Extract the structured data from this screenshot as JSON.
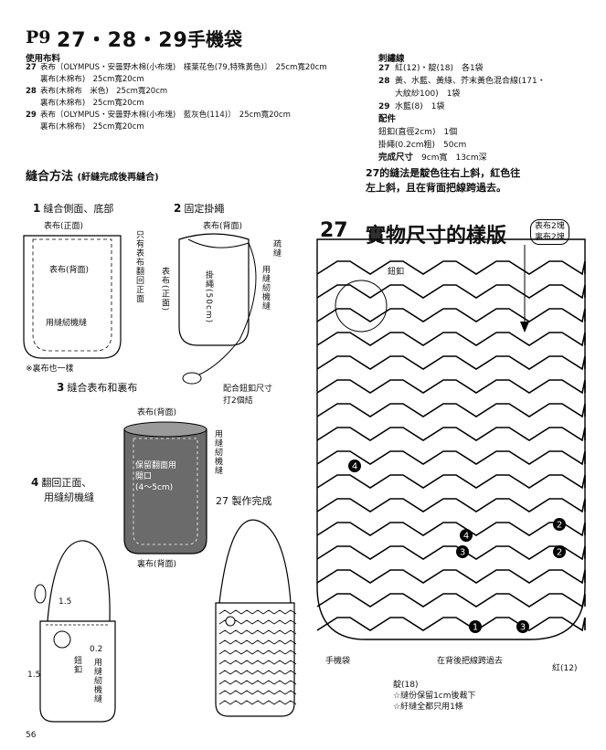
{
  "header": {
    "code": "P9",
    "numbers": "27・28・29",
    "name": "手機袋"
  },
  "materials": {
    "heading": "使用布料",
    "items": [
      {
        "num": "27",
        "lines": [
          "表布〔OLYMPUS・安曇野木棉(小布塊)　樣葉花色(79,特殊黃色)〕　25cm寬20cm",
          "裏布(木棉布)　25cm寬20cm"
        ]
      },
      {
        "num": "28",
        "lines": [
          "表布(木棉布　米色)　25cm寬20cm",
          "裏布(木棉布)　25cm寬20cm"
        ]
      },
      {
        "num": "29",
        "lines": [
          "表布〔OLYMPUS・安曇野木棉(小布塊)　藍灰色(114)〕　25cm寬20cm",
          "裏布(木棉布)　25cm寬20cm"
        ]
      }
    ]
  },
  "thread": {
    "heading": "刺繡線",
    "items": [
      {
        "num": "27",
        "text": "紅(12)・靛(18)　各1袋"
      },
      {
        "num": "28",
        "text": "黃、水藍、黃綠、芥末黃色混合線(171・"
      },
      {
        "num": "",
        "text": "大紋紗100)　1袋"
      },
      {
        "num": "29",
        "text": "水藍(8)　1袋"
      }
    ]
  },
  "parts": {
    "heading": "配件",
    "items": [
      "鈕釦(直徑2cm)　1個",
      "掛繩(0.2cm粗)　50cm"
    ],
    "size_label": "完成尺寸",
    "size_value": "9cm寬　13cm深"
  },
  "method": {
    "title": "縫合方法",
    "subtitle": "(紆縫完成後再縫合)"
  },
  "note": {
    "line1": "27的縫法是靛色往右上斜，紅色往",
    "line2": "左上斜，且在背面把線跨過去。"
  },
  "pattern": {
    "num": "27",
    "title": "實物尺寸的樣版",
    "tag1": "表布2塊",
    "tag2": "裏布2塊"
  },
  "steps": {
    "s1_num": "1",
    "s1_title": "縫合側面、底部",
    "s1_surface": "表布(正面)",
    "s1_back": "表布(背面)",
    "s1_machine": "用縫紉機縫",
    "s1_note": "※裏布也一樣",
    "s1_side": "只有表布翻回正面",
    "s2_num": "2",
    "s2_title": "固定掛繩",
    "s2_back": "表布(背面)",
    "s2_front": "表布(正面)",
    "s2_cord": "掛繩(50cm)",
    "s2_stitch": "疏縫",
    "s2_machine": "用縫紉機縫",
    "s2_knot1": "配合鈕釦尺寸",
    "s2_knot2": "打2個結",
    "s3_num": "3",
    "s3_title": "縫合表布和裏布",
    "s3_back": "表布(背面)",
    "s3_keep1": "保留翻面用",
    "s3_keep2": "開口",
    "s3_keep3": "(4〜5cm)",
    "s3_machine": "用縫紉機縫",
    "s3_lining": "裏布(背面)",
    "s4_num": "4",
    "s4_title1": "翻回正面、",
    "s4_title2": "用縫紉機縫",
    "s4_d1": "1.5",
    "s4_d2": "1.5",
    "s4_d3": "0.2",
    "s4_button": "鈕釦",
    "s4_machine": "用縫紉機縫",
    "done": "27 製作完成"
  },
  "chart_labels": {
    "button": "鈕釦",
    "handbag": "手機袋",
    "back_cross": "在背後把線跨過去",
    "red": "紅(12)",
    "navy": "靛(18)",
    "star1": "☆縫份保留1cm後裁下",
    "star2": "☆紆縫全都只用1條"
  },
  "markers": [
    "4",
    "2",
    "4",
    "3",
    "2",
    "1",
    "3"
  ],
  "page_number": "56"
}
